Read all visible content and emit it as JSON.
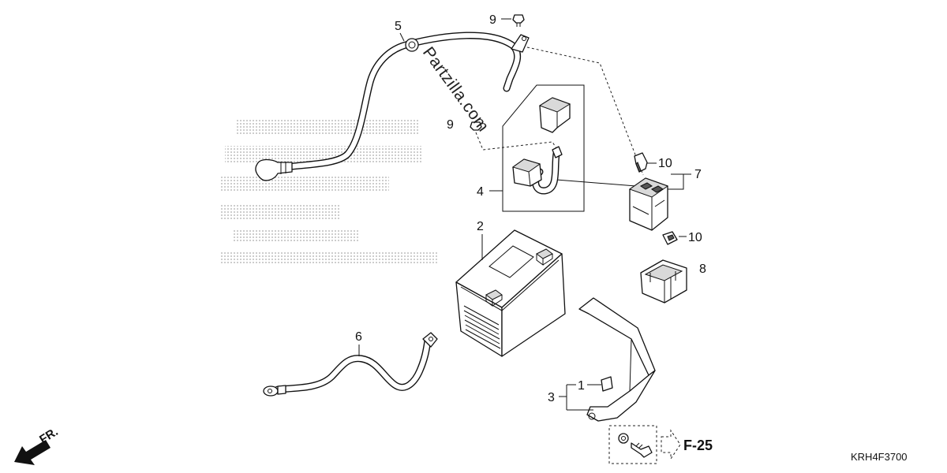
{
  "diagram": {
    "callouts": {
      "part5": "5",
      "part9_top": "9",
      "part9_mid": "9",
      "part10_top": "10",
      "part7": "7",
      "part4": "4",
      "part2": "2",
      "part10_low": "10",
      "part8": "8",
      "part6": "6",
      "part1": "1",
      "part3": "3"
    },
    "reference": "F-25",
    "direction": "FR.",
    "code": "KRH4F3700",
    "watermark": "Partzilla.com"
  }
}
